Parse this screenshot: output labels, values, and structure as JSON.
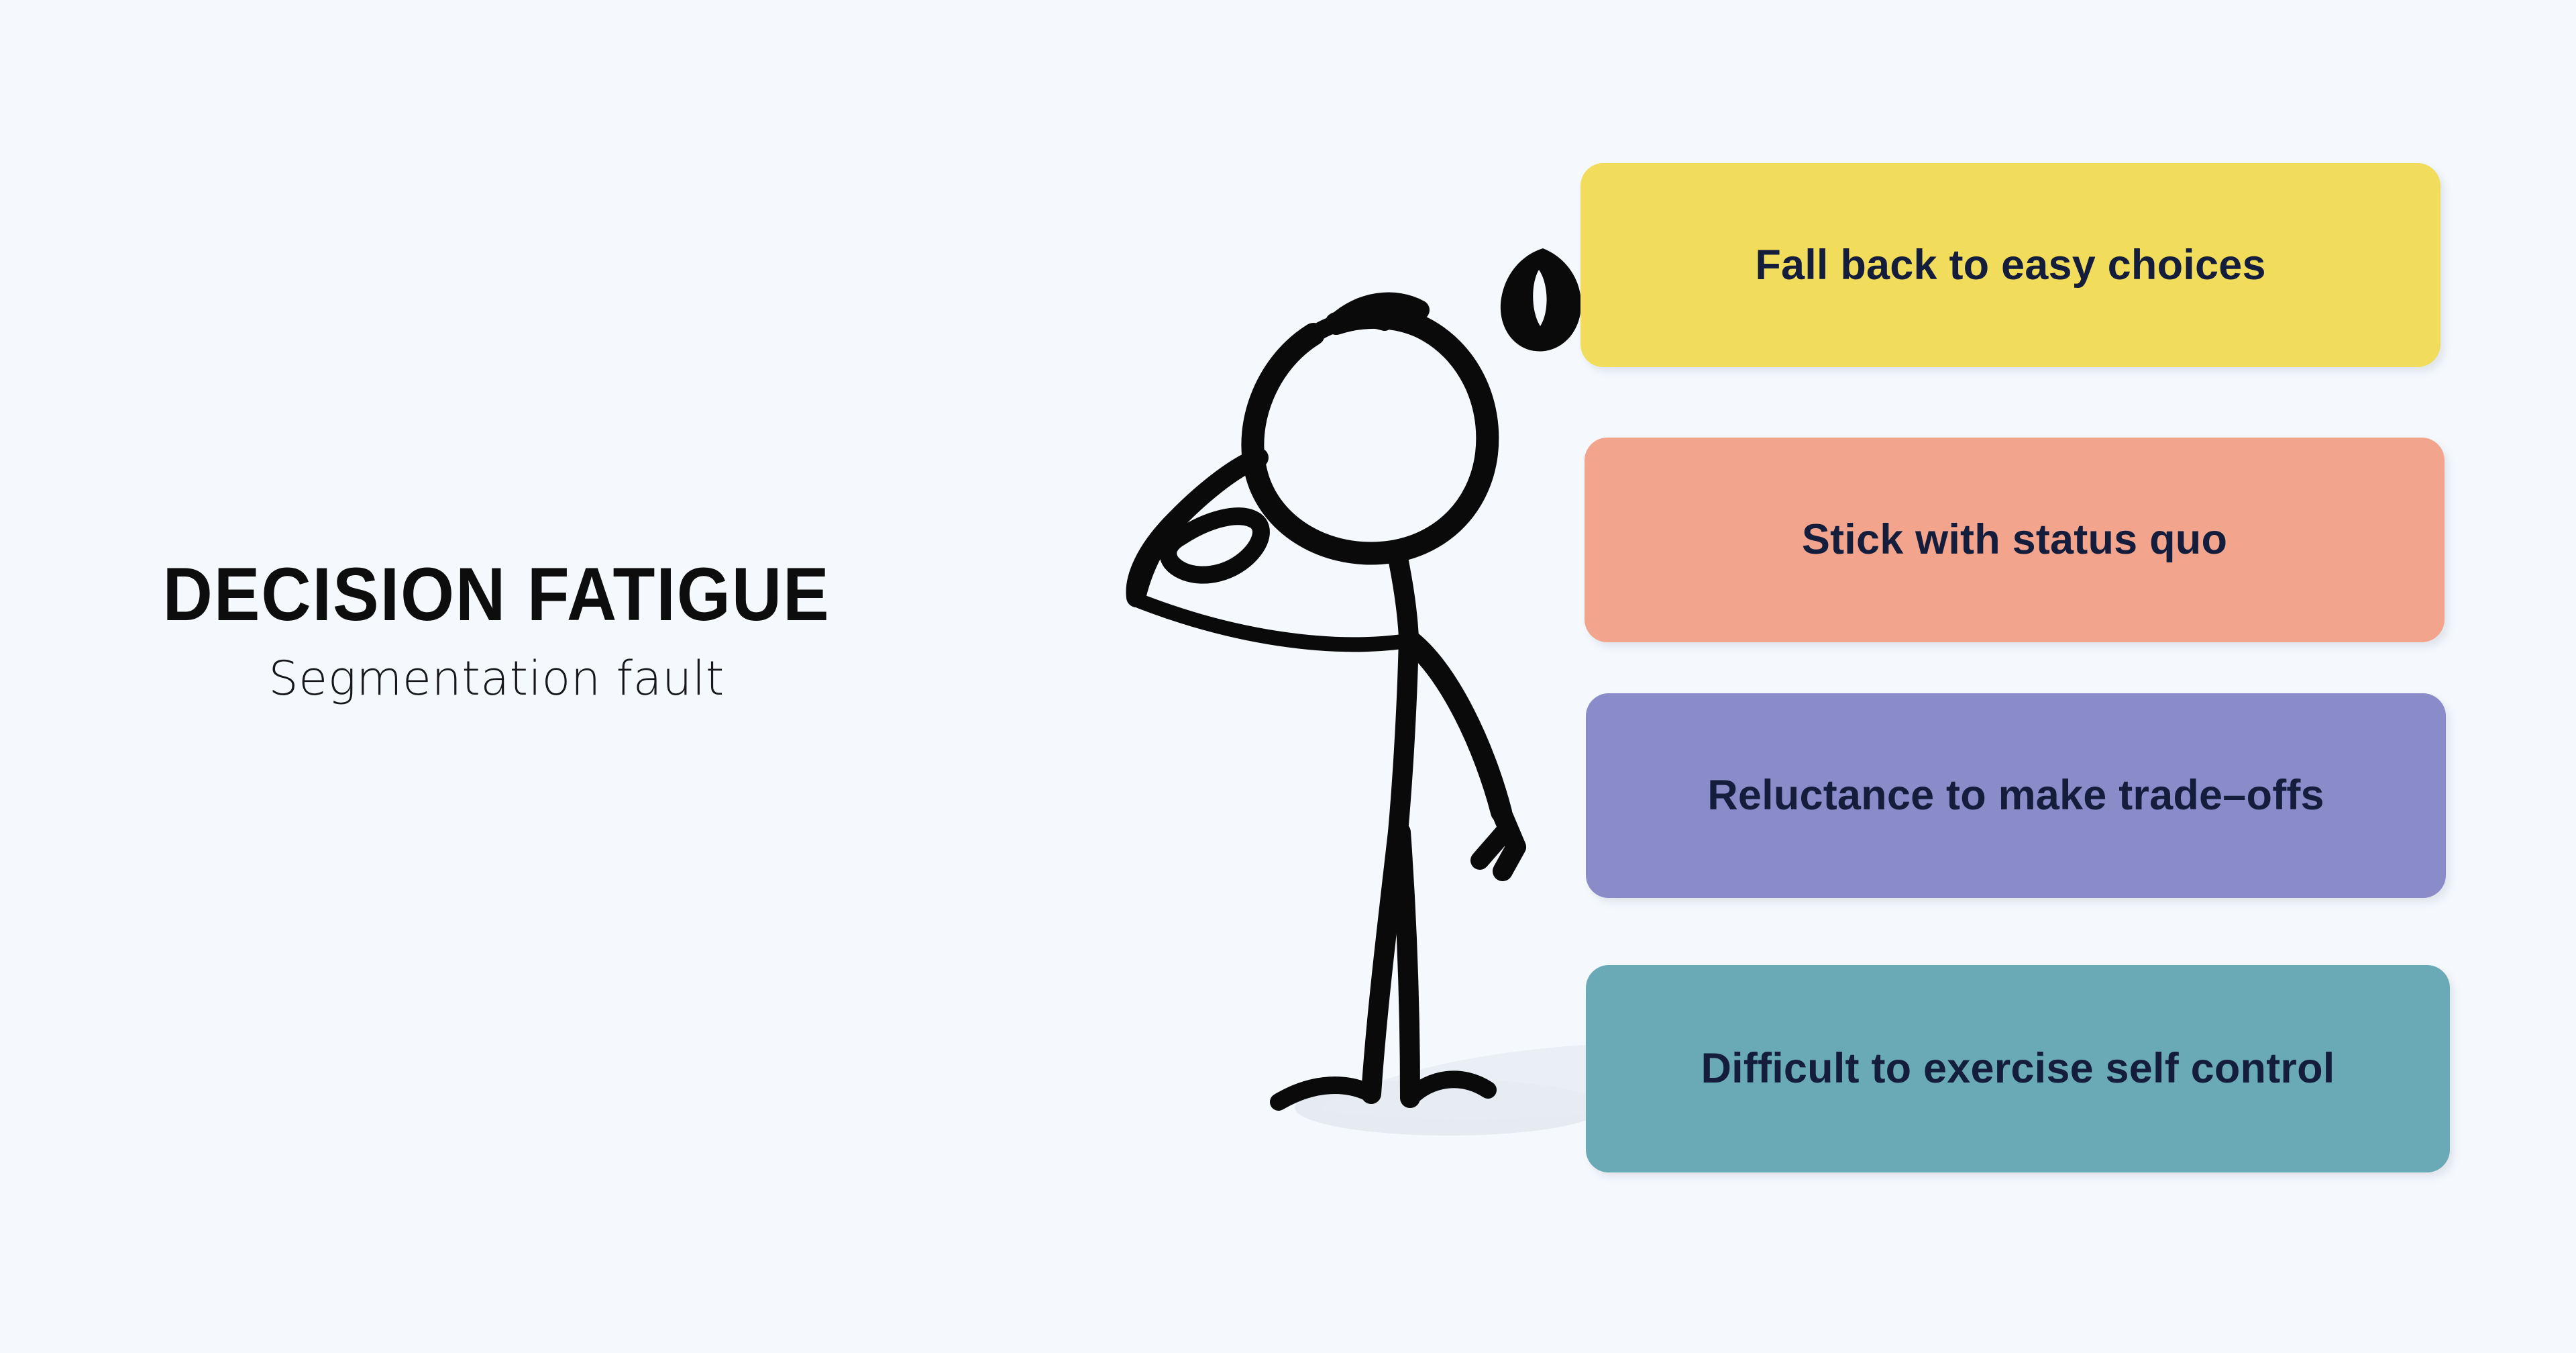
{
  "slide": {
    "background_color": "#f5f9fd"
  },
  "title_block": {
    "headline": "DECISION FATIGUE",
    "subhead": "Segmentation fault"
  },
  "illustration": {
    "name": "tired-stick-figure",
    "description": "Stick figure slouching with hand on head and a sweat drop",
    "stroke_color": "#0a0a0a",
    "shadow_color": "#dfe6ec"
  },
  "pills": [
    {
      "label": "Fall back to easy choices",
      "color": "#f1dc5c",
      "text_color": "#141e3c"
    },
    {
      "label": "Stick with status quo",
      "color": "#f2a48c",
      "text_color": "#141e3c"
    },
    {
      "label": "Reluctance to make trade–offs",
      "color": "#8a8bc9",
      "text_color": "#141e3c"
    },
    {
      "label": "Difficult to exercise self control",
      "color": "#6aa9b6",
      "text_color": "#141e3c"
    }
  ]
}
